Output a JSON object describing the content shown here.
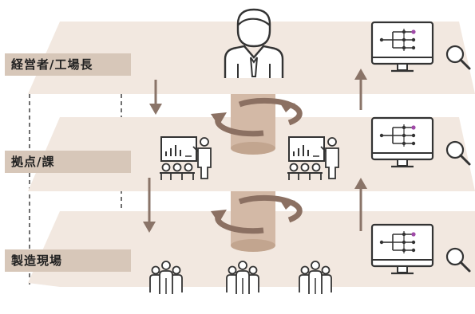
{
  "levels": [
    {
      "label": "経営者/工場長"
    },
    {
      "label": "拠点/課"
    },
    {
      "label": "製造現場"
    }
  ],
  "icons": {
    "executive": "businessman-icon",
    "meeting": "presentation-meeting-icon",
    "workers": "worker-group-icon",
    "monitor": "monitor-dashboard-icon",
    "search": "magnifier-icon",
    "cycle": "rotation-arrows-icon"
  },
  "colors": {
    "plane": "#f2e8e0",
    "plane_edge": "#e4d6ca",
    "label_bg": "#d7c7b9",
    "arrow": "#8a7468",
    "cylinder": "#d3b9a6",
    "cylinder_dark": "#c2a58f",
    "cycle": "#8b7062",
    "icon": "#333333",
    "accent": "#a04aa8"
  }
}
